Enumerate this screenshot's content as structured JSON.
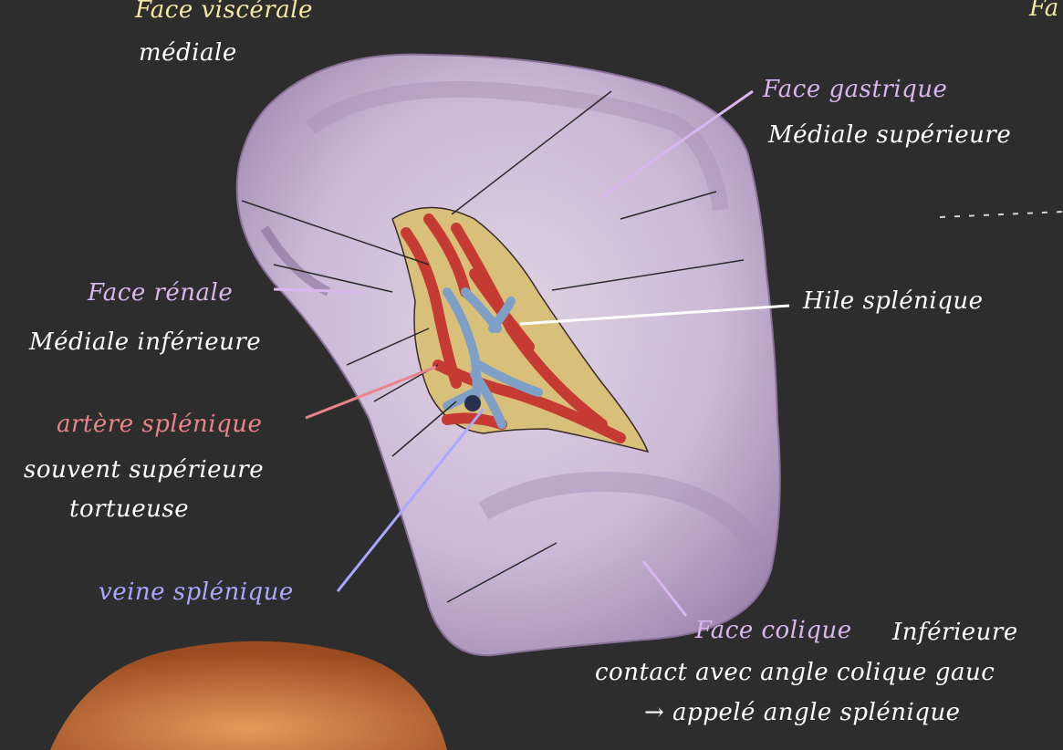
{
  "labels": {
    "visceral_title": "Face viscérale",
    "visceral_sub": "médiale",
    "top_right_partial": "Fa",
    "gastric_title": "Face gastrique",
    "gastric_sub": "Médiale supérieure",
    "hilum": "Hile splénique",
    "renal_title": "Face rénale",
    "renal_sub": "Médiale inférieure",
    "artery_title": "artère splénique",
    "artery_sub1": "souvent supérieure",
    "artery_sub2": "tortueuse",
    "vein_title": "veine splénique",
    "colic_title": "Face colique",
    "colic_pos": "Inférieure",
    "colic_sub1": "contact avec angle colique gauc",
    "colic_sub2": "→ appelé angle splénique"
  },
  "colors": {
    "background": "#2d2d2d",
    "label_white": "#ffffff",
    "label_yellow": "#f5e9a0",
    "label_lilac": "#d9b6f0",
    "label_salmon": "#e9848a",
    "label_blue": "#a9a8ff",
    "spleen_surface": "#c9b6d4",
    "artery": "#c63a34",
    "vein": "#7fa0c6"
  }
}
